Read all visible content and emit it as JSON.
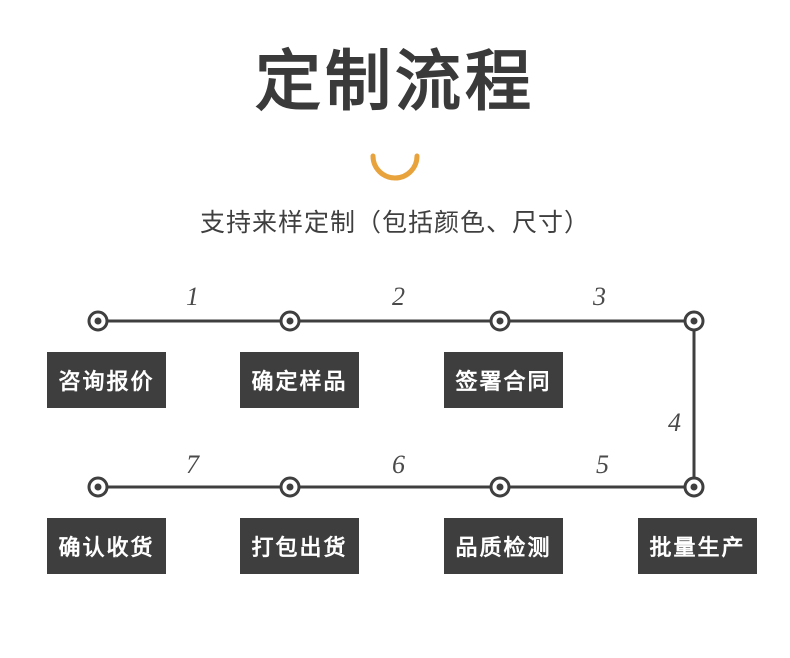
{
  "page": {
    "title": "定制流程",
    "subtitle": "支持来样定制（包括颜色、尺寸）",
    "accent_color": "#e8a33d",
    "box_color": "#3e3e3e",
    "text_color": "#3a3a3a",
    "line_color": "#3f3f3f"
  },
  "flow": {
    "steps": [
      {
        "number": "1",
        "label": "咨询报价"
      },
      {
        "number": "2",
        "label": "确定样品"
      },
      {
        "number": "3",
        "label": "签署合同"
      },
      {
        "number": "4",
        "label": "批量生产"
      },
      {
        "number": "5",
        "label": "品质检测"
      },
      {
        "number": "6",
        "label": "打包出货"
      },
      {
        "number": "7",
        "label": "确认收货"
      }
    ]
  }
}
